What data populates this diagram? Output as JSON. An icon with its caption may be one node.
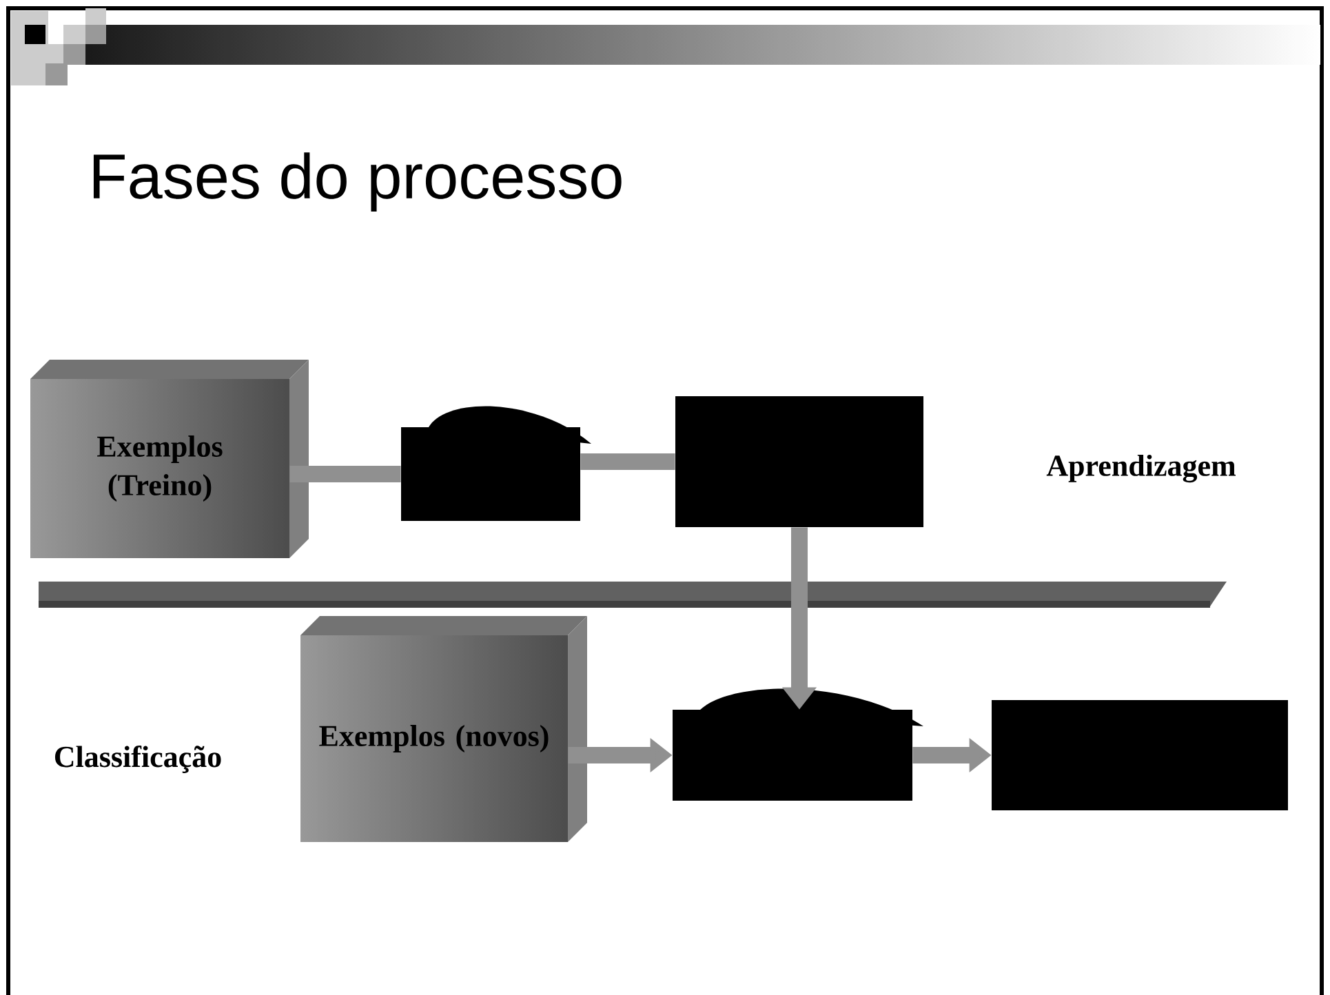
{
  "diagram": {
    "title": "Fases do processo",
    "nodes": [
      {
        "text": [
          "Exemplos (Treino)"
        ]
      },
      {
        "text": [],
        "shape": "box"
      },
      {
        "text": [],
        "shape": "box"
      },
      {
        "text": [
          "Exemplos (novos)"
        ]
      },
      {
        "text": [],
        "shape": "box"
      },
      {
        "text": [],
        "shape": "box"
      }
    ],
    "edges": [
      {
        "from": 0,
        "to": 1,
        "arrow": "none"
      },
      {
        "from": 1,
        "to": 2,
        "arrow": "none"
      },
      {
        "from": 2,
        "to": 4,
        "arrow": "to"
      },
      {
        "from": 3,
        "to": 4,
        "arrow": "to"
      },
      {
        "from": 4,
        "to": 5,
        "arrow": "to"
      }
    ],
    "labels": [
      "Aprendizagem",
      "Classificação"
    ]
  }
}
